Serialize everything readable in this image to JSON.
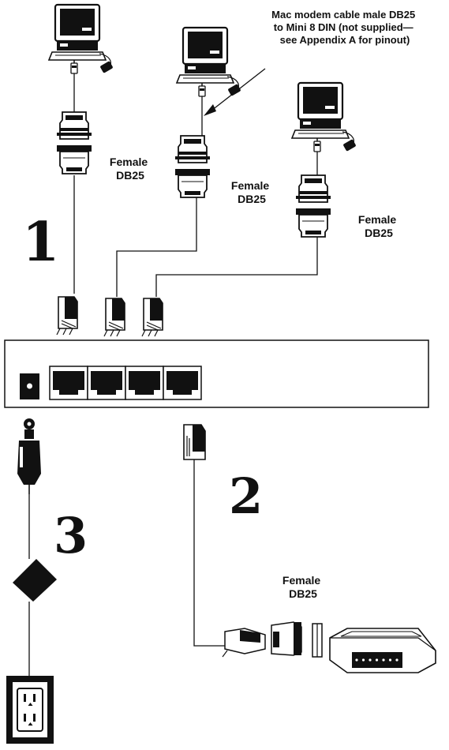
{
  "callout": {
    "line1": "Mac modem cable male DB25",
    "line2": "to Mini 8 DIN (not supplied—",
    "line3": "see Appendix A for pinout)"
  },
  "connector_labels": [
    {
      "line1": "Female",
      "line2": "DB25"
    },
    {
      "line1": "Female",
      "line2": "DB25"
    },
    {
      "line1": "Female",
      "line2": "DB25"
    },
    {
      "line1": "Female",
      "line2": "DB25"
    }
  ],
  "steps": [
    "1",
    "2",
    "3"
  ],
  "hub": {
    "ports": 4
  },
  "modem": {
    "leds": 7
  },
  "colors": {
    "ink": "#111111",
    "paper": "#ffffff"
  },
  "icons": [
    "computer-icon",
    "db25-adapter-icon",
    "rj45-plug-icon",
    "power-adapter-icon",
    "wall-outlet-icon",
    "modem-icon"
  ]
}
